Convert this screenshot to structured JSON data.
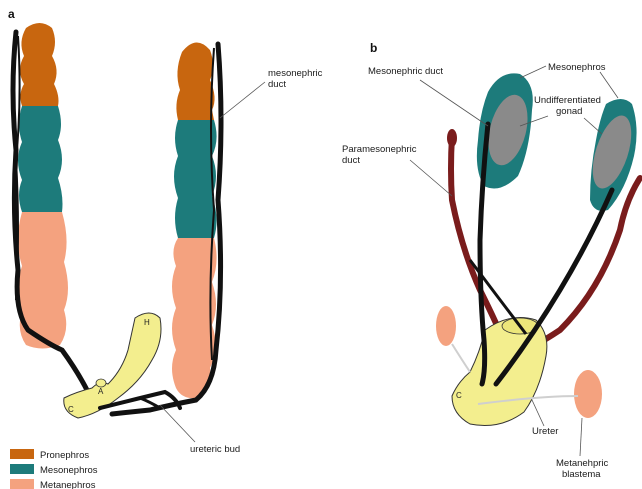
{
  "panels": {
    "a": {
      "letter": "a",
      "labels": {
        "mesonephric_duct": [
          "mesonephric",
          "duct"
        ],
        "ureteric_bud": "ureteric bud",
        "H": "H",
        "A": "A",
        "C": "C"
      }
    },
    "b": {
      "letter": "b",
      "labels": {
        "mesonephric_duct": "Mesonephric duct",
        "mesonephros": "Mesonephros",
        "gonad": [
          "Undifferentiated",
          "gonad"
        ],
        "paramesonephric": [
          "Paramesonephric",
          "duct"
        ],
        "ureter": "Ureter",
        "metanephric": [
          "Metanehpric",
          "blastema"
        ],
        "C": "C"
      }
    }
  },
  "legend": [
    {
      "label": "Pronephros",
      "color": "#c8660f"
    },
    {
      "label": "Mesonephros",
      "color": "#1d7b7b"
    },
    {
      "label": "Metanephros",
      "color": "#f4a27f"
    }
  ],
  "colors": {
    "pronephros": "#c8660f",
    "mesonephros": "#1d7b7b",
    "metanephros": "#f4a27f",
    "duct": "#111111",
    "paramesonephric": "#7a1c1c",
    "cloaca": "#f3ee8e",
    "gonad": "#8a8a8a"
  }
}
